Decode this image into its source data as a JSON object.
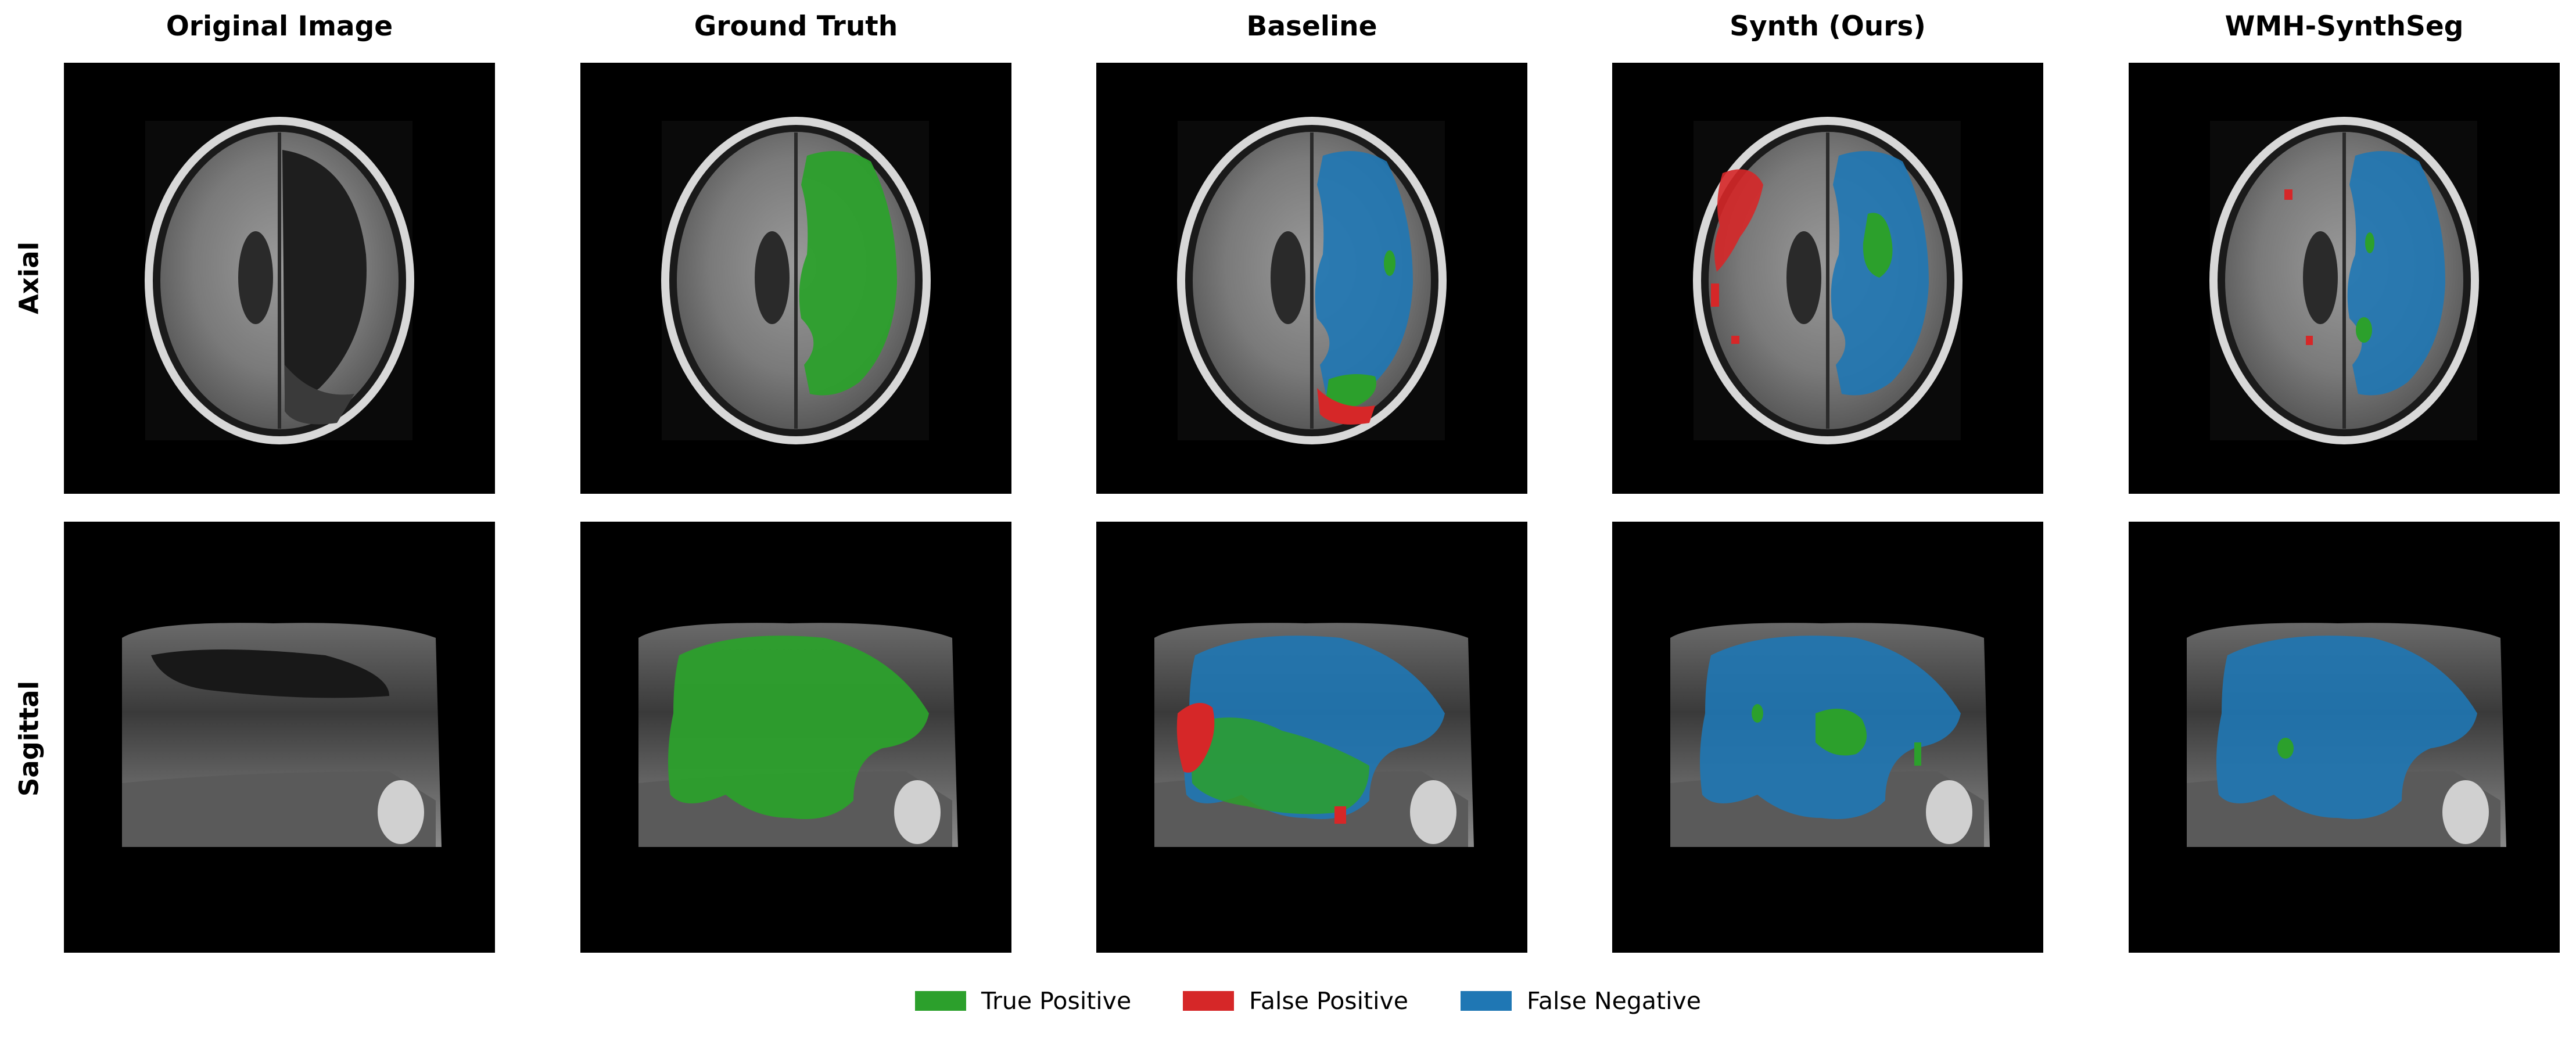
{
  "columns": [
    {
      "title": "Original Image"
    },
    {
      "title": "Ground Truth"
    },
    {
      "title": "Baseline"
    },
    {
      "title": "Synth (Ours)"
    },
    {
      "title": "WMH-SynthSeg"
    }
  ],
  "rows": [
    {
      "label": "Axial"
    },
    {
      "label": "Sagittal"
    }
  ],
  "legend": [
    {
      "label": "True Positive",
      "color": "#2ca02c"
    },
    {
      "label": "False Positive",
      "color": "#d62728"
    },
    {
      "label": "False Negative",
      "color": "#1f77b4"
    }
  ],
  "colors": {
    "true_positive": "#2ca02c",
    "false_positive": "#d62728",
    "false_negative": "#1f77b4",
    "background": "#000000"
  }
}
